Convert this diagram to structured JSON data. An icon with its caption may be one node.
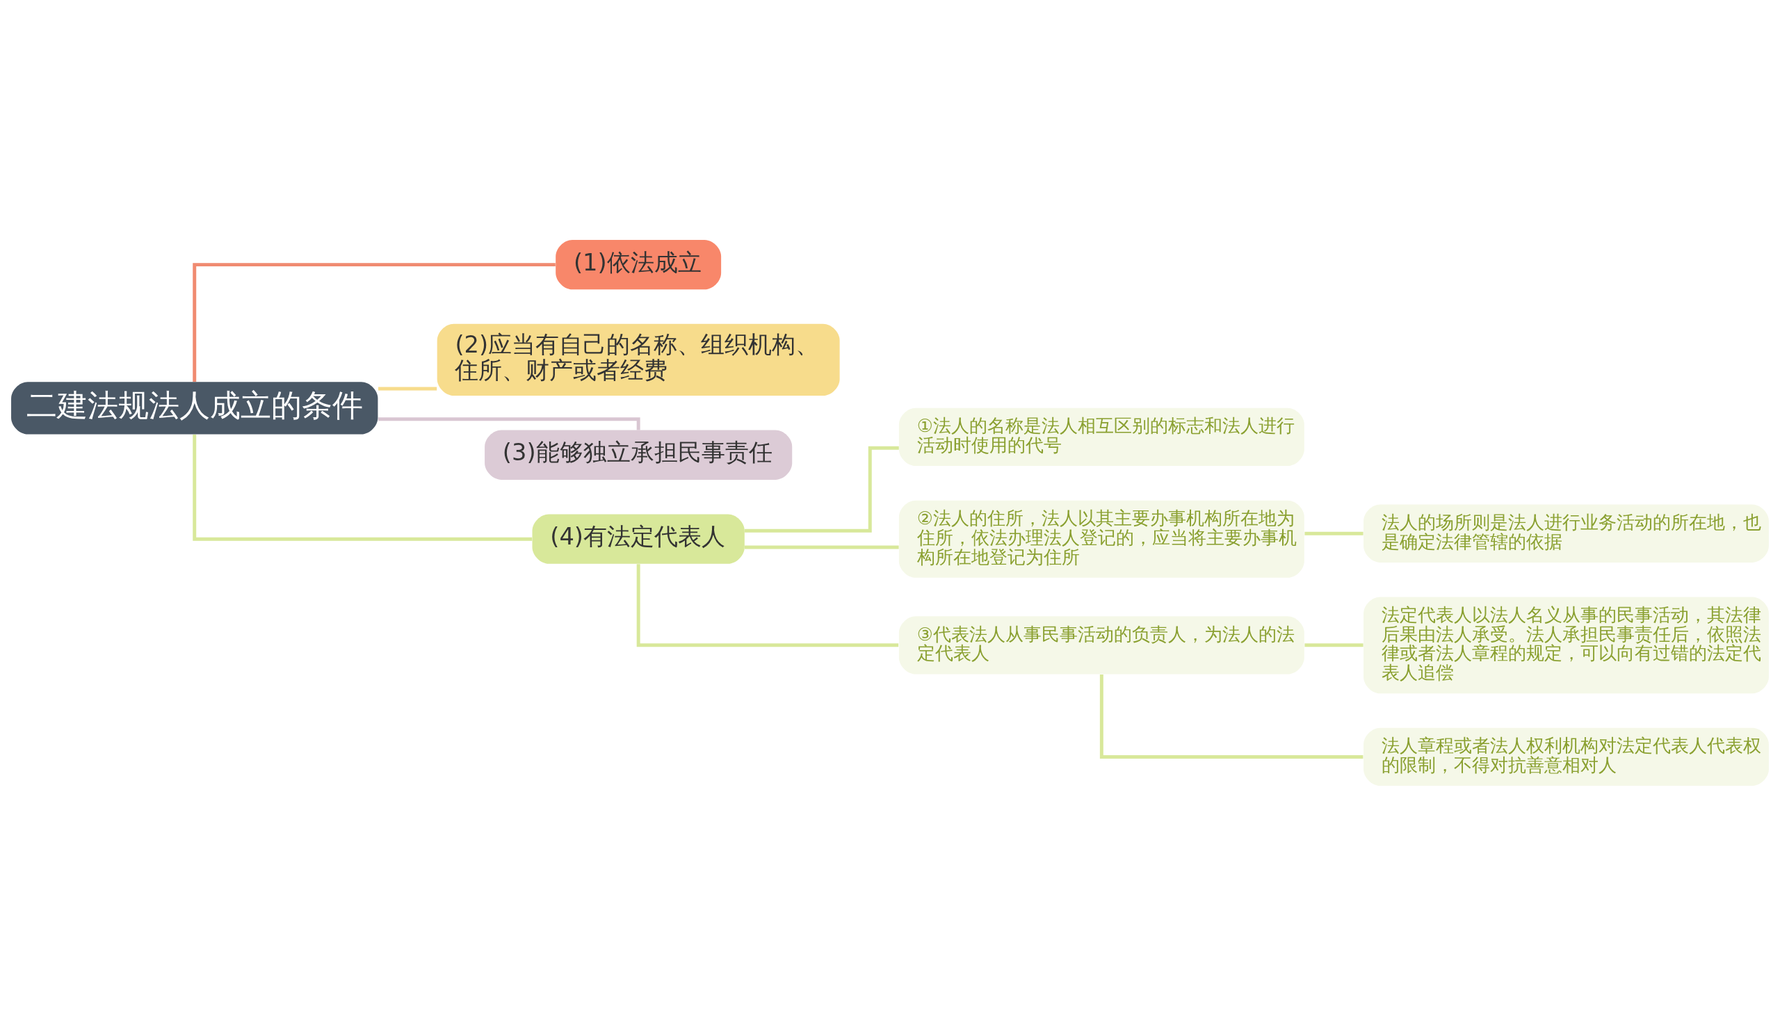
{
  "diagram": {
    "nodes": [
      {
        "text": [
          "二建法规法人成立的条件"
        ]
      },
      {
        "text": [
          "(1)依法成立"
        ]
      },
      {
        "text": [
          "(2)应当有自己的名称、组织机构、住所、财产或者经费"
        ]
      },
      {
        "text": [
          "(3)能够独立承担民事责任"
        ]
      },
      {
        "text": [
          "(4)有法定代表人"
        ]
      },
      {
        "text": [
          "①法人的名称是法人相互区别的标志和法人进行活动时使用的代号"
        ]
      },
      {
        "text": [
          "②法人的住所，法人以其主要办事机构所在地为住所，依法办理法人登记的，应当将主要办事机构所在地登记为住所"
        ]
      },
      {
        "text": [
          "③代表法人从事民事活动的负责人，为法人的法定代表人"
        ]
      },
      {
        "text": [
          "法人的场所则是法人进行业务活动的所在地，也是确定法律管辖的依据"
        ]
      },
      {
        "text": [
          "法定代表人以法人名义从事的民事活动，其法律后果由法人承受。法人承担民事责任后，依照法律或者法人章程的规定，可以向有过错的法定代表人追偿"
        ]
      },
      {
        "text": [
          "法人章程或者法人权利机构对法定代表人代表权的限制，不得对抗善意相对人"
        ]
      }
    ],
    "edges": [
      {
        "from": 0,
        "to": 1,
        "arrow": "none",
        "color": "#f08a70"
      },
      {
        "from": 0,
        "to": 2,
        "arrow": "none",
        "color": "#f7dc8c"
      },
      {
        "from": 0,
        "to": 3,
        "arrow": "none",
        "color": "#d9c6d2"
      },
      {
        "from": 0,
        "to": 4,
        "arrow": "none"
      },
      {
        "from": 4,
        "to": 5,
        "arrow": "none"
      },
      {
        "from": 4,
        "to": 6,
        "arrow": "none"
      },
      {
        "from": 4,
        "to": 7,
        "arrow": "none"
      },
      {
        "from": 6,
        "to": 8,
        "arrow": "none"
      },
      {
        "from": 7,
        "to": 9,
        "arrow": "none"
      },
      {
        "from": 7,
        "to": 10,
        "arrow": "none"
      }
    ]
  }
}
